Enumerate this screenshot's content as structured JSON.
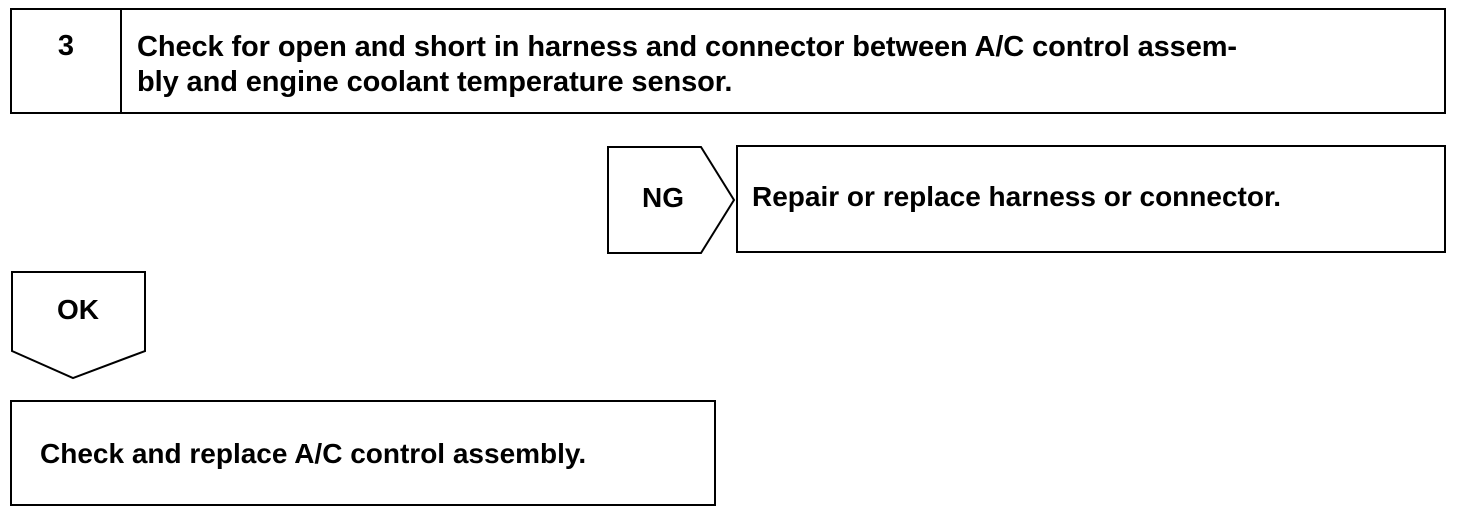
{
  "step": {
    "number": "3",
    "line1": "Check for open and short in harness and connector between A/C control assem-",
    "line2": "bly and engine coolant temperature sensor."
  },
  "ng_branch": {
    "label": "NG",
    "action": "Repair or replace harness or connector."
  },
  "ok_branch": {
    "label": "OK",
    "action": "Check and replace A/C control assembly."
  }
}
